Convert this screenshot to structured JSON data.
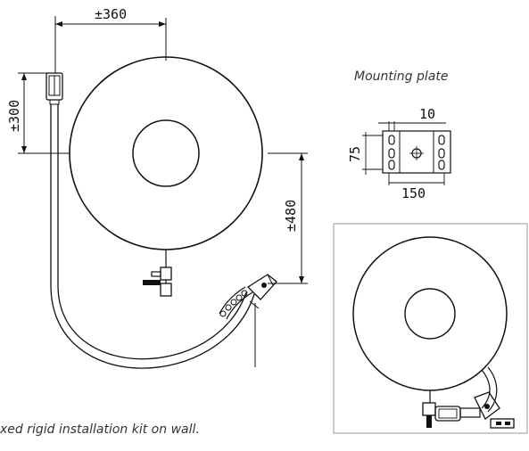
{
  "dimensions": {
    "width_top": "±360",
    "height_left": "±300",
    "height_right": "±480"
  },
  "mounting_plate": {
    "title": "Mounting plate",
    "dim_top": "10",
    "dim_left": "75",
    "dim_bottom": "150"
  },
  "caption": "xed rigid installation kit on wall."
}
